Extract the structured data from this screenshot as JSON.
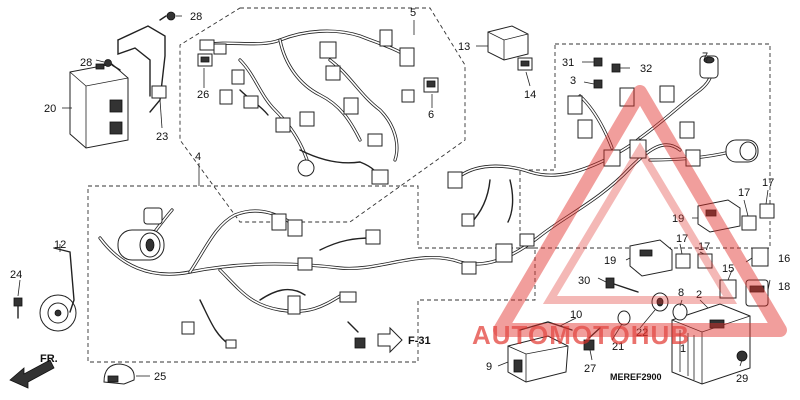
{
  "diagram_code": "MEREF2900",
  "reference": "F-31",
  "direction_label": "FR.",
  "part_callouts": [
    "1",
    "2",
    "3",
    "4",
    "5",
    "6",
    "7",
    "8",
    "9",
    "10",
    "12",
    "13",
    "14",
    "15",
    "16",
    "17",
    "17",
    "17",
    "18",
    "19",
    "19",
    "20",
    "21",
    "22",
    "23",
    "24",
    "25",
    "26",
    "27",
    "28",
    "28",
    "29",
    "30",
    "31",
    "32"
  ],
  "watermark": {
    "brand": "AUTOMOTOHUB",
    "color": "#e0302a",
    "accent": "#f4b400"
  }
}
